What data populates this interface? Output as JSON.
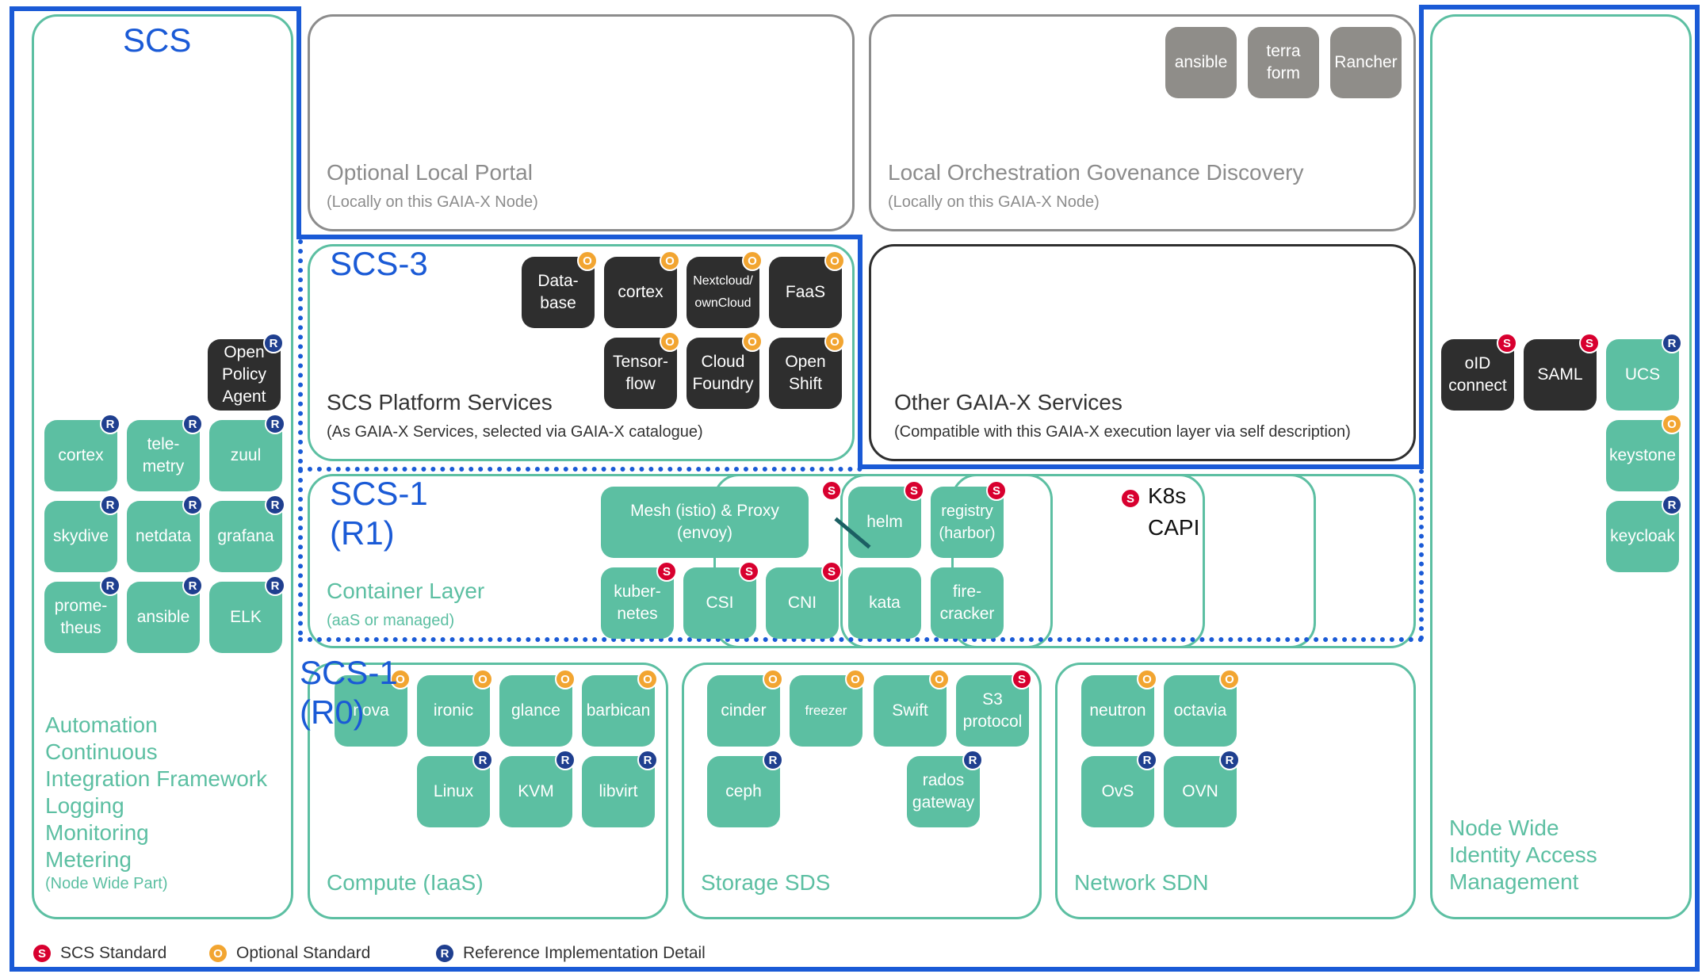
{
  "labels": {
    "scs": "SCS",
    "scs3": "SCS-3",
    "scs1_r1": "SCS-1\n(R1)",
    "scs1_r0": "SCS-1\n(R0)"
  },
  "panels": {
    "portal": {
      "title": "Optional Local Portal",
      "subtitle": "(Locally on this GAIA-X Node)"
    },
    "orchestration": {
      "title": "Local Orchestration Govenance Discovery",
      "subtitle": "(Locally on this GAIA-X Node)"
    },
    "platform": {
      "title": "SCS Platform Services",
      "subtitle": "(As GAIA-X Services, selected via GAIA-X catalogue)"
    },
    "other": {
      "title": "Other GAIA-X Services",
      "subtitle": "(Compatible with this GAIA-X execution layer via self description)"
    },
    "container": {
      "title": "Container Layer",
      "subtitle": "(aaS or managed)"
    },
    "k8s": "K8s\nCAPI",
    "compute": {
      "title": "Compute (IaaS)"
    },
    "storage": {
      "title": "Storage SDS"
    },
    "network": {
      "title": "Network SDN"
    },
    "automation": {
      "lines": "Automation\nContinuous\nIntegration Framework\nLogging\nMonitoring\nMetering",
      "subtitle": "(Node Wide Part)"
    },
    "identity": {
      "lines": "Node Wide\nIdentity Access\nManagement"
    }
  },
  "components": {
    "orchestration": [
      "ansible",
      "terra\nform",
      "Rancher"
    ],
    "platform": [
      "Data-\nbase",
      "cortex",
      "Nextcloud/\nownCloud",
      "FaaS",
      "Tensor-\nflow",
      "Cloud\nFoundry",
      "Open\nShift"
    ],
    "container": [
      "Mesh (istio) & Proxy (envoy)",
      "helm",
      "registry\n(harbor)",
      "kuber-\nnetes",
      "CSI",
      "CNI",
      "kata",
      "fire-\ncracker"
    ],
    "compute": [
      "nova",
      "ironic",
      "glance",
      "barbican",
      "Linux",
      "KVM",
      "libvirt"
    ],
    "storage": [
      "cinder",
      "freezer",
      "Swift",
      "S3\nprotocol",
      "ceph",
      "rados\ngateway"
    ],
    "network": [
      "neutron",
      "octavia",
      "OvS",
      "OVN"
    ],
    "automation": [
      "Open\nPolicy\nAgent",
      "cortex",
      "tele-\nmetry",
      "zuul",
      "skydive",
      "netdata",
      "grafana",
      "prome-\ntheus",
      "ansible",
      "ELK"
    ],
    "identity": [
      "oID\nconnect",
      "SAML",
      "UCS",
      "keystone",
      "keycloak"
    ]
  },
  "badges": {
    "standard": "S",
    "optional": "O",
    "reference": "R"
  },
  "legend": {
    "standard": "SCS Standard",
    "optional": "Optional Standard",
    "reference": "Reference Implementation Detail"
  },
  "colors": {
    "component_green": "#5cbfa2",
    "component_dark": "#2e2e2e",
    "component_gray": "#8f8d89",
    "scs_blue": "#1a5ad6",
    "badge_standard": "#d8002f",
    "badge_optional": "#f2a531",
    "badge_reference": "#1f3f8f"
  }
}
